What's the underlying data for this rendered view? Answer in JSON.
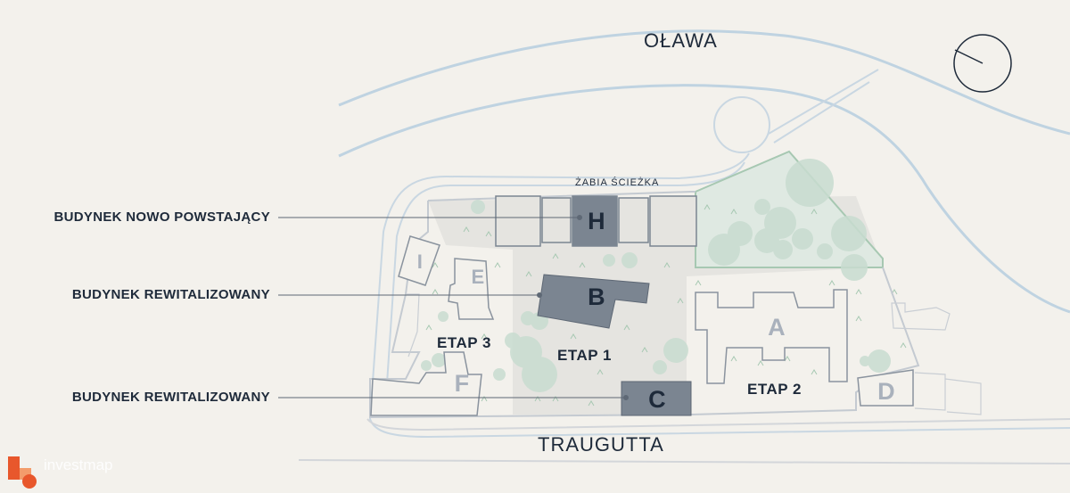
{
  "river": {
    "name": "OŁAWA"
  },
  "streets": {
    "main": "TRAUGUTTA",
    "path": "ŻABIA ŚCIEŻKA"
  },
  "legend": [
    {
      "label": "BUDYNEK NOWO POWSTAJĄCY",
      "target": "H"
    },
    {
      "label": "BUDYNEK REWITALIZOWANY",
      "target": "B"
    },
    {
      "label": "BUDYNEK REWITALIZOWANY",
      "target": "C"
    }
  ],
  "stages": {
    "etap1": "ETAP 1",
    "etap2": "ETAP 2",
    "etap3": "ETAP 3"
  },
  "buildings": {
    "H": "H",
    "B": "B",
    "C": "C",
    "A": "A",
    "D": "D",
    "E": "E",
    "F": "F",
    "I": "I"
  },
  "watermark": "investmap",
  "compass_icon": "north-arrow-icon",
  "colors": {
    "background": "#f3f1ec",
    "highlight_building": "#7b8591",
    "stage1_area": "#e5e4e0",
    "green": "#c8dcd0",
    "water": "#bfd3e1",
    "text": "#1e2a3a",
    "watermark_accent": "#e8572c"
  }
}
